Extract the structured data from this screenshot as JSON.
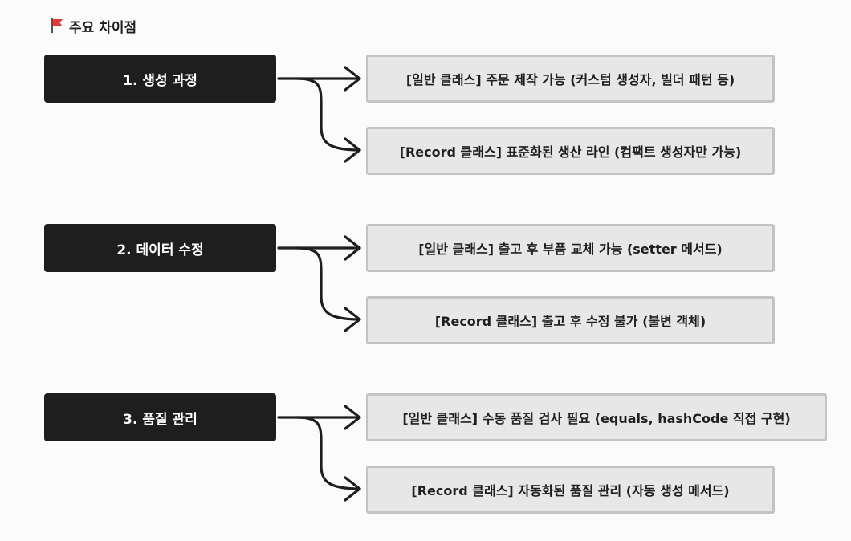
{
  "heading": {
    "icon": "flag-icon",
    "text": "주요 차이점",
    "flag_color": "#e53935"
  },
  "groups": [
    {
      "label": "1. 생성 과정",
      "items": [
        "[일반 클래스] 주문 제작 가능 (커스텀 생성자, 빌더 패턴 등)",
        "[Record 클래스] 표준화된 생산 라인 (컴팩트 생성자만 가능)"
      ]
    },
    {
      "label": "2. 데이터 수정",
      "items": [
        "[일반 클래스] 출고 후 부품 교체 가능 (setter 메서드)",
        "[Record 클래스] 출고 후 수정 불가 (불변 객체)"
      ]
    },
    {
      "label": "3. 품질 관리",
      "items": [
        "[일반 클래스] 수동 품질 검사 필요 (equals, hashCode 직접 구현)",
        "[Record 클래스] 자동화된 품질 관리 (자동 생성 메서드)"
      ]
    }
  ],
  "colors": {
    "category_bg": "#1e1e1e",
    "detail_bg": "#e7e7e7",
    "detail_border": "#c3c3c3",
    "connector": "#1e1e1e"
  }
}
